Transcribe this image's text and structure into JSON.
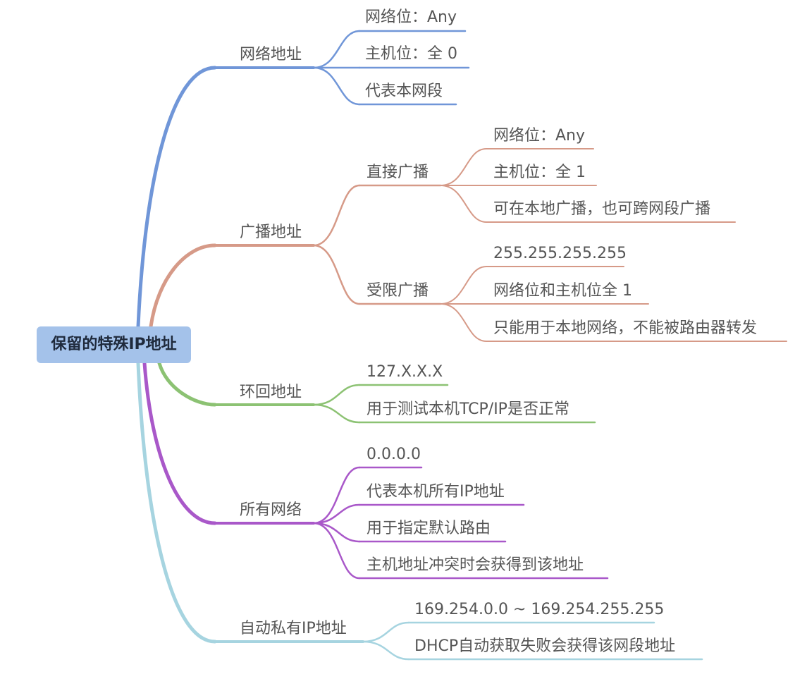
{
  "root": {
    "label": "保留的特殊IP地址"
  },
  "branches": [
    {
      "label": "网络地址",
      "color": "#7096d8",
      "children": [
        {
          "label": "网络位：Any"
        },
        {
          "label": "主机位：全 0"
        },
        {
          "label": "代表本网段"
        }
      ]
    },
    {
      "label": "广播地址",
      "color": "#d69a88",
      "children": [
        {
          "label": "直接广播",
          "children": [
            {
              "label": "网络位：Any"
            },
            {
              "label": "主机位：全 1"
            },
            {
              "label": "可在本地广播，也可跨网段广播"
            }
          ]
        },
        {
          "label": "受限广播",
          "children": [
            {
              "label": "255.255.255.255"
            },
            {
              "label": "网络位和主机位全 1"
            },
            {
              "label": "只能用于本地网络，不能被路由器转发"
            }
          ]
        }
      ]
    },
    {
      "label": "环回地址",
      "color": "#8cc273",
      "children": [
        {
          "label": "127.X.X.X"
        },
        {
          "label": "用于测试本机TCP/IP是否正常"
        }
      ]
    },
    {
      "label": "所有网络",
      "color": "#a958c9",
      "children": [
        {
          "label": "0.0.0.0"
        },
        {
          "label": "代表本机所有IP地址"
        },
        {
          "label": "用于指定默认路由"
        },
        {
          "label": "主机地址冲突时会获得到该地址"
        }
      ]
    },
    {
      "label": "自动私有IP地址",
      "color": "#a6d4e0",
      "children": [
        {
          "label": "169.254.0.0 ~ 169.254.255.255"
        },
        {
          "label": "DHCP自动获取失败会获得该网段地址"
        }
      ]
    }
  ]
}
